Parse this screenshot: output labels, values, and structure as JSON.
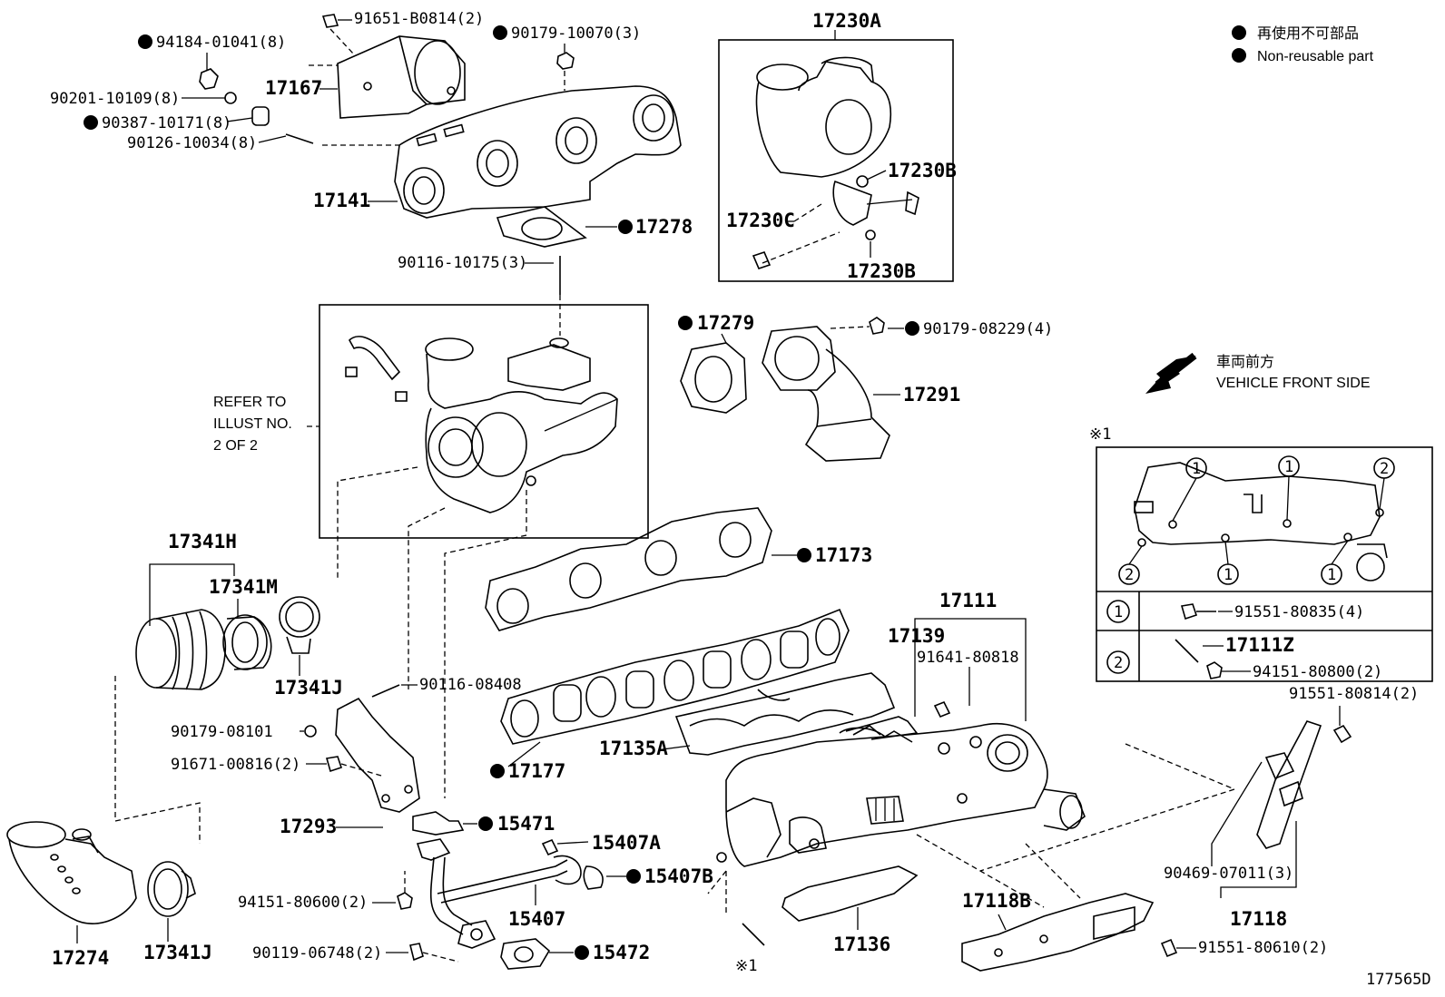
{
  "legend": {
    "non_reusable_jp": "再使用不可部品",
    "non_reusable_en": "Non-reusable part"
  },
  "vehicle_front": {
    "jp": "車両前方",
    "en": "VEHICLE FRONT SIDE"
  },
  "refer_note": [
    "REFER TO",
    "ILLUST NO.",
    "2 OF 2"
  ],
  "illustration_id": "177565D",
  "inset": {
    "marker": "※1",
    "row1_num": "1",
    "row1_part": "91551-80835(4)",
    "row2_num": "2",
    "row2_part_a": "17111Z",
    "row2_part_b": "94151-80800(2)"
  },
  "labels": {
    "p94184": "94184-01041(8)",
    "p91651": "91651-B0814(2)",
    "p90179_10070": "90179-10070(3)",
    "p17230A": "17230A",
    "p17167": "17167",
    "p90201": "90201-10109(8)",
    "p90387": "90387-10171(8)",
    "p90126": "90126-10034(8)",
    "p17141": "17141",
    "p17278": "17278",
    "p17230B_top": "17230B",
    "p17230C": "17230C",
    "p17230B_bot": "17230B",
    "p90116_10175": "90116-10175(3)",
    "p17279": "17279",
    "p90179_08229": "90179-08229(4)",
    "p17291": "17291",
    "p17173": "17173",
    "p17341H": "17341H",
    "p17341M": "17341M",
    "p17341J_a": "17341J",
    "p90116_08408": "90116-08408",
    "p17111": "17111",
    "p17139": "17139",
    "p91641": "91641-80818",
    "p91551_80814": "91551-80814(2)",
    "p90179_08101": "90179-08101",
    "p91671": "91671-00816(2)",
    "p17177": "17177",
    "p17135A": "17135A",
    "p17293": "17293",
    "p15471": "15471",
    "p15407A": "15407A",
    "p15407B": "15407B",
    "p94151_80600": "94151-80600(2)",
    "p15407": "15407",
    "p90469": "90469-07011(3)",
    "p17118B": "17118B",
    "p17118": "17118",
    "p17274": "17274",
    "p17341J_b": "17341J",
    "p90119": "90119-06748(2)",
    "p15472": "15472",
    "p17136": "17136",
    "p91551_80610": "91551-80610(2)",
    "p_note1": "※1"
  }
}
